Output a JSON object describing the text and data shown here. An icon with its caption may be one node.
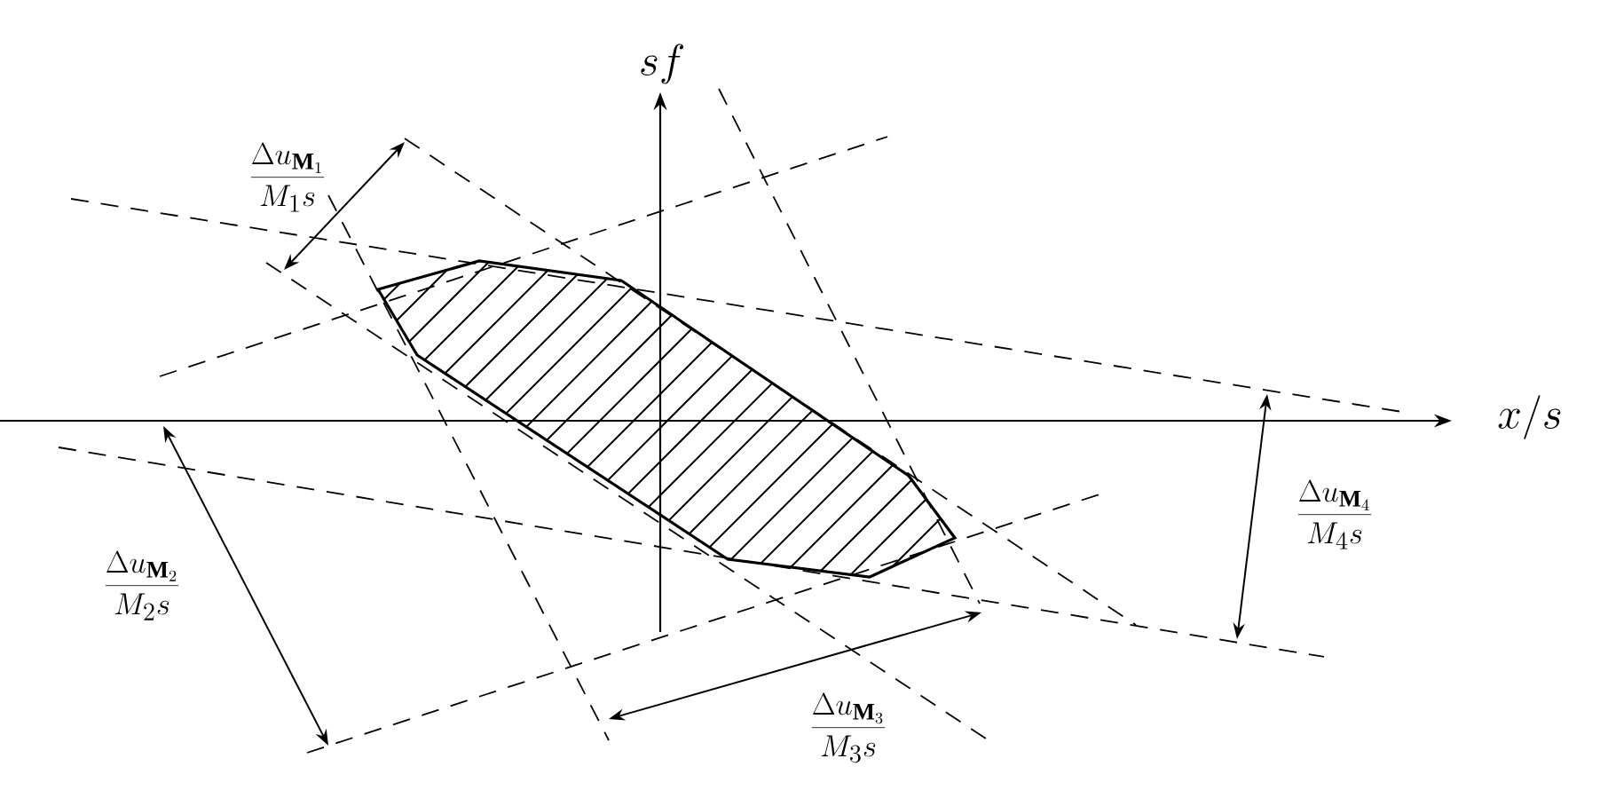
{
  "diagram": {
    "labels": [
      "sf",
      "x/s",
      "\\frac{\\Delta u_{\\mathbf{M}_1}}{M_1 s}",
      "\\frac{\\Delta u_{\\mathbf{M}_2}}{M_2 s}",
      "\\frac{\\Delta u_{\\mathbf{M}_3}}{M_3 s}",
      "\\frac{\\Delta u_{\\mathbf{M}_4}}{M_4 s}"
    ]
  }
}
